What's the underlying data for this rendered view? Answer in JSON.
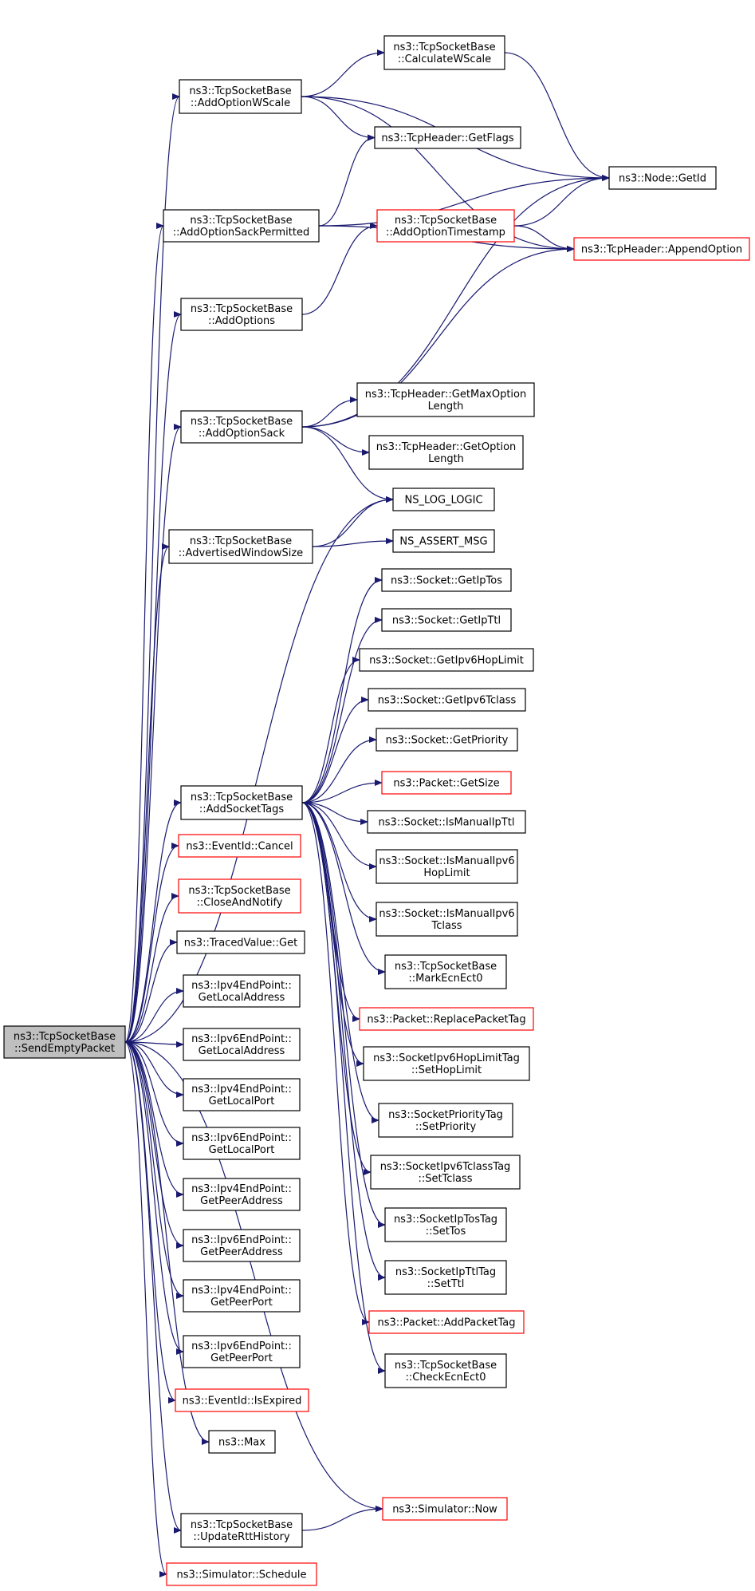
{
  "nodes": [
    {
      "id": "root",
      "lines": [
        "ns3::TcpSocketBase",
        "::SendEmptyPacket"
      ],
      "style": "root"
    },
    {
      "id": "addOptionWScale",
      "lines": [
        "ns3::TcpSocketBase",
        "::AddOptionWScale"
      ],
      "style": "normal"
    },
    {
      "id": "calcWScale",
      "lines": [
        "ns3::TcpSocketBase",
        "::CalculateWScale"
      ],
      "style": "normal"
    },
    {
      "id": "getFlags",
      "lines": [
        "ns3::TcpHeader::GetFlags"
      ],
      "style": "normal"
    },
    {
      "id": "nodeGetId",
      "lines": [
        "ns3::Node::GetId"
      ],
      "style": "normal"
    },
    {
      "id": "appendOption",
      "lines": [
        "ns3::TcpHeader::AppendOption"
      ],
      "style": "red"
    },
    {
      "id": "addOptionSackPermitted",
      "lines": [
        "ns3::TcpSocketBase",
        "::AddOptionSackPermitted"
      ],
      "style": "normal"
    },
    {
      "id": "addOptionTimestamp",
      "lines": [
        "ns3::TcpSocketBase",
        "::AddOptionTimestamp"
      ],
      "style": "red"
    },
    {
      "id": "addOptions",
      "lines": [
        "ns3::TcpSocketBase",
        "::AddOptions"
      ],
      "style": "normal"
    },
    {
      "id": "addOptionSack",
      "lines": [
        "ns3::TcpSocketBase",
        "::AddOptionSack"
      ],
      "style": "normal"
    },
    {
      "id": "getMaxOptionLength",
      "lines": [
        "ns3::TcpHeader::GetMaxOption",
        "Length"
      ],
      "style": "normal"
    },
    {
      "id": "getOptionLength",
      "lines": [
        "ns3::TcpHeader::GetOption",
        "Length"
      ],
      "style": "normal"
    },
    {
      "id": "nsLogLogic",
      "lines": [
        "NS_LOG_LOGIC"
      ],
      "style": "normal"
    },
    {
      "id": "advertisedWindowSize",
      "lines": [
        "ns3::TcpSocketBase",
        "::AdvertisedWindowSize"
      ],
      "style": "normal"
    },
    {
      "id": "nsAssertMsg",
      "lines": [
        "NS_ASSERT_MSG"
      ],
      "style": "normal"
    },
    {
      "id": "getIpTos",
      "lines": [
        "ns3::Socket::GetIpTos"
      ],
      "style": "normal"
    },
    {
      "id": "getIpTtl",
      "lines": [
        "ns3::Socket::GetIpTtl"
      ],
      "style": "normal"
    },
    {
      "id": "getIpv6HopLimit",
      "lines": [
        "ns3::Socket::GetIpv6HopLimit"
      ],
      "style": "normal"
    },
    {
      "id": "getIpv6Tclass",
      "lines": [
        "ns3::Socket::GetIpv6Tclass"
      ],
      "style": "normal"
    },
    {
      "id": "getPriority",
      "lines": [
        "ns3::Socket::GetPriority"
      ],
      "style": "normal"
    },
    {
      "id": "addSocketTags",
      "lines": [
        "ns3::TcpSocketBase",
        "::AddSocketTags"
      ],
      "style": "normal"
    },
    {
      "id": "packetGetSize",
      "lines": [
        "ns3::Packet::GetSize"
      ],
      "style": "red"
    },
    {
      "id": "isManualIpTtl",
      "lines": [
        "ns3::Socket::IsManualIpTtl"
      ],
      "style": "normal"
    },
    {
      "id": "eventIdCancel",
      "lines": [
        "ns3::EventId::Cancel"
      ],
      "style": "red"
    },
    {
      "id": "isManualIpv6HopLimit",
      "lines": [
        "ns3::Socket::IsManualIpv6",
        "HopLimit"
      ],
      "style": "normal"
    },
    {
      "id": "closeAndNotify",
      "lines": [
        "ns3::TcpSocketBase",
        "::CloseAndNotify"
      ],
      "style": "red"
    },
    {
      "id": "isManualIpv6Tclass",
      "lines": [
        "ns3::Socket::IsManualIpv6",
        "Tclass"
      ],
      "style": "normal"
    },
    {
      "id": "tracedValueGet",
      "lines": [
        "ns3::TracedValue::Get"
      ],
      "style": "normal"
    },
    {
      "id": "markEcnEct0",
      "lines": [
        "ns3::TcpSocketBase",
        "::MarkEcnEct0"
      ],
      "style": "normal"
    },
    {
      "id": "ipv4LocalAddress",
      "lines": [
        "ns3::Ipv4EndPoint::",
        "GetLocalAddress"
      ],
      "style": "normal"
    },
    {
      "id": "replacePacketTag",
      "lines": [
        "ns3::Packet::ReplacePacketTag"
      ],
      "style": "red"
    },
    {
      "id": "ipv6LocalAddress",
      "lines": [
        "ns3::Ipv6EndPoint::",
        "GetLocalAddress"
      ],
      "style": "normal"
    },
    {
      "id": "setHopLimit",
      "lines": [
        "ns3::SocketIpv6HopLimitTag",
        "::SetHopLimit"
      ],
      "style": "normal"
    },
    {
      "id": "ipv4LocalPort",
      "lines": [
        "ns3::Ipv4EndPoint::",
        "GetLocalPort"
      ],
      "style": "normal"
    },
    {
      "id": "setPriority",
      "lines": [
        "ns3::SocketPriorityTag",
        "::SetPriority"
      ],
      "style": "normal"
    },
    {
      "id": "ipv6LocalPort",
      "lines": [
        "ns3::Ipv6EndPoint::",
        "GetLocalPort"
      ],
      "style": "normal"
    },
    {
      "id": "setTclass",
      "lines": [
        "ns3::SocketIpv6TclassTag",
        "::SetTclass"
      ],
      "style": "normal"
    },
    {
      "id": "ipv4PeerAddress",
      "lines": [
        "ns3::Ipv4EndPoint::",
        "GetPeerAddress"
      ],
      "style": "normal"
    },
    {
      "id": "setTos",
      "lines": [
        "ns3::SocketIpTosTag",
        "::SetTos"
      ],
      "style": "normal"
    },
    {
      "id": "ipv6PeerAddress",
      "lines": [
        "ns3::Ipv6EndPoint::",
        "GetPeerAddress"
      ],
      "style": "normal"
    },
    {
      "id": "setTtl",
      "lines": [
        "ns3::SocketIpTtlTag",
        "::SetTtl"
      ],
      "style": "normal"
    },
    {
      "id": "ipv4PeerPort",
      "lines": [
        "ns3::Ipv4EndPoint::",
        "GetPeerPort"
      ],
      "style": "normal"
    },
    {
      "id": "addPacketTag",
      "lines": [
        "ns3::Packet::AddPacketTag"
      ],
      "style": "red"
    },
    {
      "id": "ipv6PeerPort",
      "lines": [
        "ns3::Ipv6EndPoint::",
        "GetPeerPort"
      ],
      "style": "normal"
    },
    {
      "id": "checkEcnEct0",
      "lines": [
        "ns3::TcpSocketBase",
        "::CheckEcnEct0"
      ],
      "style": "normal"
    },
    {
      "id": "isExpired",
      "lines": [
        "ns3::EventId::IsExpired"
      ],
      "style": "red"
    },
    {
      "id": "max",
      "lines": [
        "ns3::Max"
      ],
      "style": "normal"
    },
    {
      "id": "simulatorNow",
      "lines": [
        "ns3::Simulator::Now"
      ],
      "style": "red"
    },
    {
      "id": "updateRttHistory",
      "lines": [
        "ns3::TcpSocketBase",
        "::UpdateRttHistory"
      ],
      "style": "normal"
    },
    {
      "id": "simulatorSchedule",
      "lines": [
        "ns3::Simulator::Schedule"
      ],
      "style": "red"
    }
  ],
  "edges": [
    [
      "root",
      "addOptionWScale"
    ],
    [
      "root",
      "addOptionSackPermitted"
    ],
    [
      "root",
      "addOptions"
    ],
    [
      "root",
      "addOptionSack"
    ],
    [
      "root",
      "nsLogLogic"
    ],
    [
      "root",
      "advertisedWindowSize"
    ],
    [
      "root",
      "addSocketTags"
    ],
    [
      "root",
      "eventIdCancel"
    ],
    [
      "root",
      "closeAndNotify"
    ],
    [
      "root",
      "tracedValueGet"
    ],
    [
      "root",
      "ipv4LocalAddress"
    ],
    [
      "root",
      "ipv6LocalAddress"
    ],
    [
      "root",
      "ipv4LocalPort"
    ],
    [
      "root",
      "ipv6LocalPort"
    ],
    [
      "root",
      "ipv4PeerAddress"
    ],
    [
      "root",
      "ipv6PeerAddress"
    ],
    [
      "root",
      "ipv4PeerPort"
    ],
    [
      "root",
      "ipv6PeerPort"
    ],
    [
      "root",
      "isExpired"
    ],
    [
      "root",
      "max"
    ],
    [
      "root",
      "simulatorNow"
    ],
    [
      "root",
      "updateRttHistory"
    ],
    [
      "root",
      "simulatorSchedule"
    ],
    [
      "addOptionWScale",
      "calcWScale"
    ],
    [
      "addOptionWScale",
      "getFlags"
    ],
    [
      "addOptionWScale",
      "nodeGetId"
    ],
    [
      "addOptionWScale",
      "appendOption"
    ],
    [
      "calcWScale",
      "nodeGetId"
    ],
    [
      "addOptionSackPermitted",
      "getFlags"
    ],
    [
      "addOptionSackPermitted",
      "nodeGetId"
    ],
    [
      "addOptionSackPermitted",
      "appendOption"
    ],
    [
      "addOptionTimestamp",
      "nodeGetId"
    ],
    [
      "addOptionTimestamp",
      "appendOption"
    ],
    [
      "addOptions",
      "addOptionTimestamp"
    ],
    [
      "addOptionSack",
      "nodeGetId"
    ],
    [
      "addOptionSack",
      "appendOption"
    ],
    [
      "addOptionSack",
      "getMaxOptionLength"
    ],
    [
      "addOptionSack",
      "getOptionLength"
    ],
    [
      "addOptionSack",
      "nsLogLogic"
    ],
    [
      "advertisedWindowSize",
      "nsLogLogic"
    ],
    [
      "advertisedWindowSize",
      "nsAssertMsg"
    ],
    [
      "addSocketTags",
      "getIpTos"
    ],
    [
      "addSocketTags",
      "getIpTtl"
    ],
    [
      "addSocketTags",
      "getIpv6HopLimit"
    ],
    [
      "addSocketTags",
      "getIpv6Tclass"
    ],
    [
      "addSocketTags",
      "getPriority"
    ],
    [
      "addSocketTags",
      "packetGetSize"
    ],
    [
      "addSocketTags",
      "isManualIpTtl"
    ],
    [
      "addSocketTags",
      "isManualIpv6HopLimit"
    ],
    [
      "addSocketTags",
      "isManualIpv6Tclass"
    ],
    [
      "addSocketTags",
      "markEcnEct0"
    ],
    [
      "addSocketTags",
      "replacePacketTag"
    ],
    [
      "addSocketTags",
      "setHopLimit"
    ],
    [
      "addSocketTags",
      "setPriority"
    ],
    [
      "addSocketTags",
      "setTclass"
    ],
    [
      "addSocketTags",
      "setTos"
    ],
    [
      "addSocketTags",
      "setTtl"
    ],
    [
      "addSocketTags",
      "addPacketTag"
    ],
    [
      "addSocketTags",
      "checkEcnEct0"
    ],
    [
      "updateRttHistory",
      "simulatorNow"
    ]
  ]
}
